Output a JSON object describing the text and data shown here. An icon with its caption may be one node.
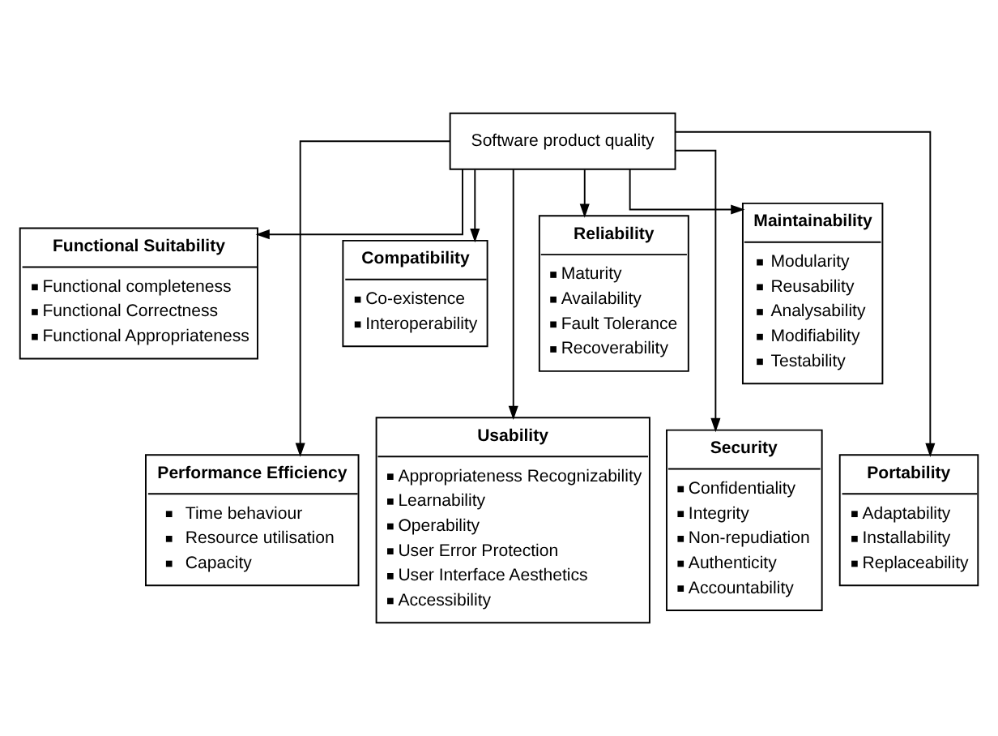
{
  "diagram": {
    "nodes": [
      {
        "text": [
          "Software product quality"
        ]
      },
      {
        "text": [
          "Functional Suitability",
          "Functional completeness",
          "Functional Correctness",
          "Functional Appropriateness"
        ]
      },
      {
        "text": [
          "Performance Efficiency",
          "Time behaviour",
          "Resource utilisation",
          "Capacity"
        ]
      },
      {
        "text": [
          "Compatibility",
          "Co-existence",
          "Interoperability"
        ]
      },
      {
        "text": [
          "Usability",
          "Appropriateness Recognizability",
          "Learnability",
          "Operability",
          "User Error Protection",
          "User Interface Aesthetics",
          "Accessibility"
        ]
      },
      {
        "text": [
          "Reliability",
          "Maturity",
          "Availability",
          "Fault Tolerance",
          "Recoverability"
        ]
      },
      {
        "text": [
          "Security",
          "Confidentiality",
          "Integrity",
          "Non-repudiation",
          "Authenticity",
          "Accountability"
        ]
      },
      {
        "text": [
          "Maintainability",
          "Modularity",
          "Reusability",
          "Analysability",
          "Modifiability",
          "Testability"
        ]
      },
      {
        "text": [
          "Portability",
          "Adaptability",
          "Installability",
          "Replaceability"
        ]
      }
    ],
    "edges": [
      {
        "from": 0,
        "to": 1,
        "arrow": "to"
      },
      {
        "from": 0,
        "to": 2,
        "arrow": "to"
      },
      {
        "from": 0,
        "to": 3,
        "arrow": "to"
      },
      {
        "from": 0,
        "to": 4,
        "arrow": "to"
      },
      {
        "from": 0,
        "to": 5,
        "arrow": "to"
      },
      {
        "from": 0,
        "to": 6,
        "arrow": "to"
      },
      {
        "from": 0,
        "to": 7,
        "arrow": "to"
      },
      {
        "from": 0,
        "to": 8,
        "arrow": "to"
      }
    ]
  }
}
